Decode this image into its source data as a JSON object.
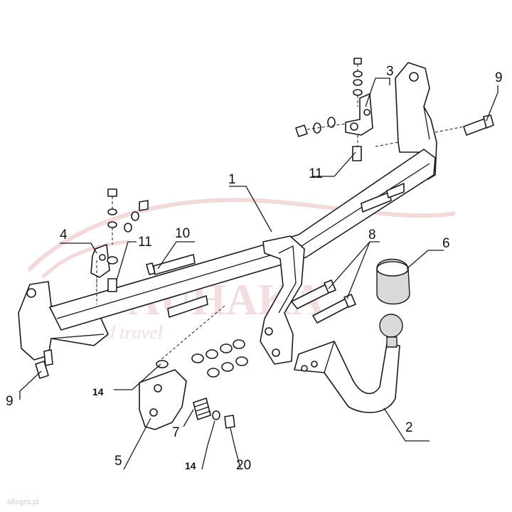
{
  "diagram": {
    "part_labels": {
      "p1": "1",
      "p2": "2",
      "p3": "3",
      "p4": "4",
      "p5": "5",
      "p6": "6",
      "p7": "7",
      "p8": "8",
      "p9a": "9",
      "p9b": "9",
      "p10": "10",
      "p11a": "11",
      "p11b": "11",
      "p14a": "14",
      "p14b": "14",
      "p20": "20"
    },
    "watermark": {
      "brand": "AUHAKA",
      "slogan": "auto and travel"
    },
    "footer_tag": "allegro.pl"
  }
}
